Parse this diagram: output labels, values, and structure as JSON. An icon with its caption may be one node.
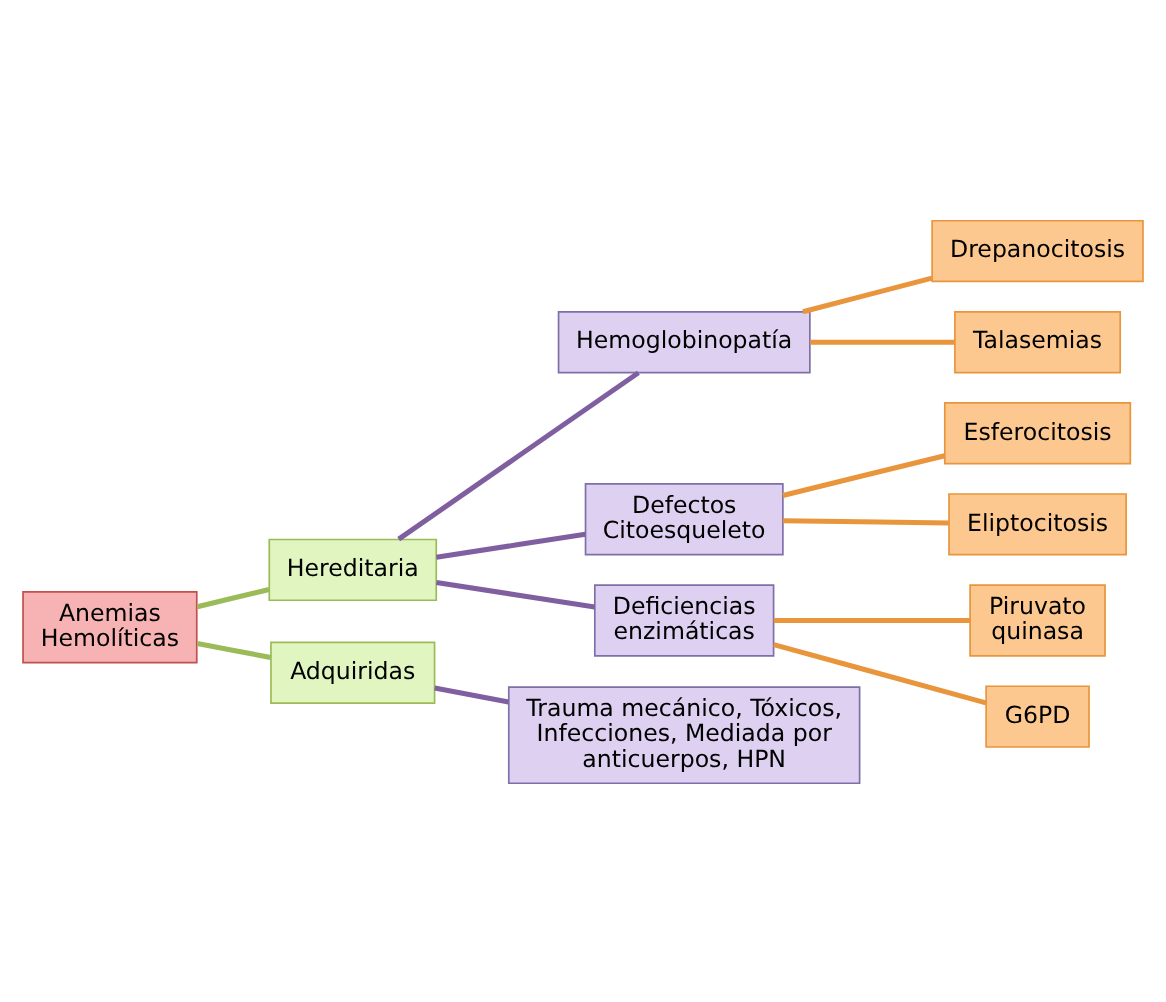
{
  "diagram": {
    "nodes": [
      {
        "text": [
          "Anemias Hemolíticas"
        ]
      },
      {
        "text": [
          "Hereditaria"
        ]
      },
      {
        "text": [
          "Adquiridas"
        ]
      },
      {
        "text": [
          "Hemoglobinopatía"
        ]
      },
      {
        "text": [
          "Defectos Citoesqueleto"
        ]
      },
      {
        "text": [
          "Deficiencias enzimáticas"
        ]
      },
      {
        "text": [
          "Drepanocitosis"
        ]
      },
      {
        "text": [
          "Talasemias"
        ]
      },
      {
        "text": [
          "Esferocitosis"
        ]
      },
      {
        "text": [
          "Eliptocitosis"
        ]
      },
      {
        "text": [
          "Piruvato quinasa"
        ]
      },
      {
        "text": [
          "G6PD"
        ]
      },
      {
        "text": [
          "Trauma mecánico, Tóxicos, Infecciones, Mediada por anticuerpos, HPN"
        ]
      }
    ],
    "edges": [
      {
        "from": 0,
        "to": 1,
        "arrow": "none",
        "color": "#9bbb59"
      },
      {
        "from": 0,
        "to": 2,
        "arrow": "none",
        "color": "#9bbb59"
      },
      {
        "from": 1,
        "to": 3,
        "arrow": "none",
        "color": "#7f5f9f"
      },
      {
        "from": 1,
        "to": 4,
        "arrow": "none",
        "color": "#7f5f9f"
      },
      {
        "from": 1,
        "to": 5,
        "arrow": "none",
        "color": "#7f5f9f"
      },
      {
        "from": 2,
        "to": 12,
        "arrow": "none",
        "color": "#7f5f9f"
      },
      {
        "from": 3,
        "to": 6,
        "arrow": "none"
      },
      {
        "from": 3,
        "to": 7,
        "arrow": "none"
      },
      {
        "from": 4,
        "to": 8,
        "arrow": "none"
      },
      {
        "from": 4,
        "to": 9,
        "arrow": "none"
      },
      {
        "from": 5,
        "to": 10,
        "arrow": "none"
      },
      {
        "from": 5,
        "to": 11,
        "arrow": "none"
      }
    ]
  }
}
